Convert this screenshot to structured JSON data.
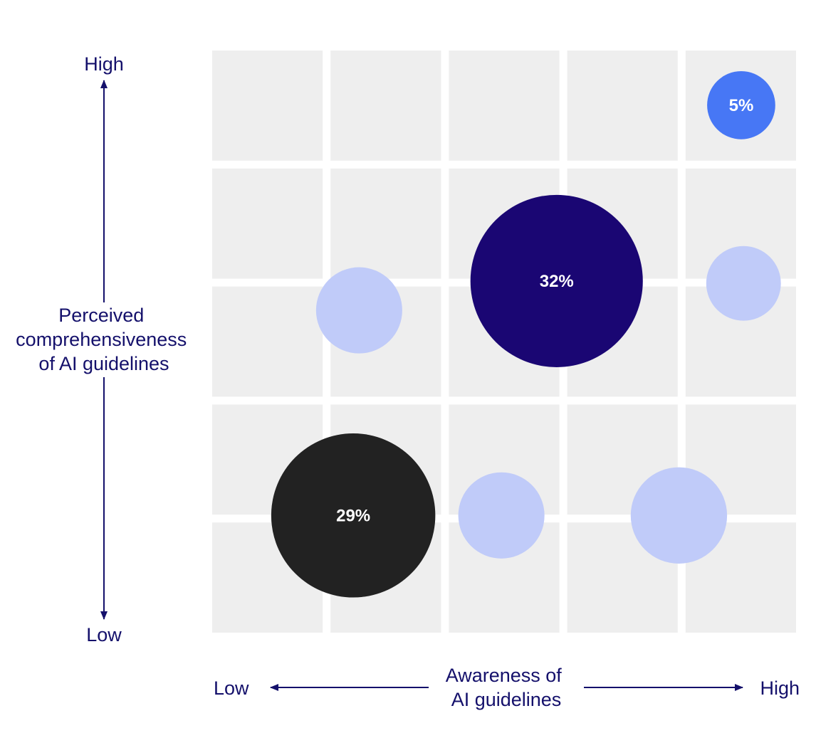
{
  "colors": {
    "cell": "#eeeeee",
    "axis": "#14106b",
    "bubble_dark_navy": "#1a0673",
    "bubble_black": "#222222",
    "bubble_blue": "#4777f5",
    "bubble_light": "#c0cbf9"
  },
  "y_axis": {
    "high_label": "High",
    "low_label": "Low",
    "title_lines": [
      "Perceived",
      "comprehensiveness",
      "of AI guidelines"
    ]
  },
  "x_axis": {
    "low_label": "Low",
    "high_label": "High",
    "title_lines": [
      "Awareness of",
      "AI guidelines"
    ]
  },
  "chart_data": {
    "type": "scatter",
    "grid": {
      "cols": 5,
      "rows": 5
    },
    "xlim": [
      0,
      5
    ],
    "ylim": [
      0,
      5
    ],
    "points": [
      {
        "x": 4.5,
        "y": 4.5,
        "label": "5%",
        "color": "bubble_blue",
        "size": 5
      },
      {
        "x": 2.93,
        "y": 3.0,
        "label": "32%",
        "color": "bubble_dark_navy",
        "size": 32
      },
      {
        "x": 1.2,
        "y": 1.0,
        "label": "29%",
        "color": "bubble_black",
        "size": 29
      },
      {
        "x": 1.25,
        "y": 2.75,
        "label": "",
        "color": "bubble_light",
        "size": 8
      },
      {
        "x": 4.52,
        "y": 2.98,
        "label": "",
        "color": "bubble_light",
        "size": 6
      },
      {
        "x": 2.46,
        "y": 1.0,
        "label": "",
        "color": "bubble_light",
        "size": 8
      },
      {
        "x": 3.97,
        "y": 1.0,
        "label": "",
        "color": "bubble_light",
        "size": 10
      }
    ]
  }
}
